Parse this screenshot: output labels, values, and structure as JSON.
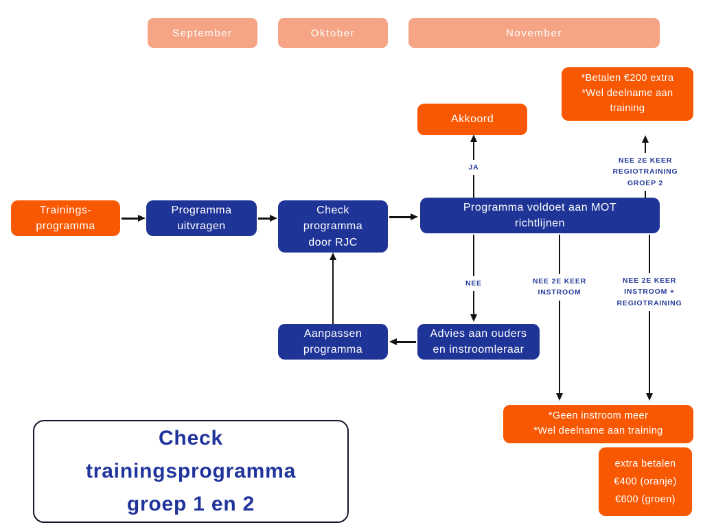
{
  "months": [
    {
      "label": "September"
    },
    {
      "label": "Oktober"
    },
    {
      "label": "November"
    }
  ],
  "nodes": {
    "trainingsprogramma": {
      "label": "Trainings-\nprogramma"
    },
    "programma_uitvragen": {
      "label": "Programma\nuitvragen"
    },
    "check_rjc": {
      "label": "Check\nprogramma\ndoor RJC"
    },
    "mot": {
      "label": "Programma voldoet aan MOT\nrichtlijnen"
    },
    "akkoord": {
      "label": "Akkoord"
    },
    "betalen200": {
      "label": "*Betalen €200 extra\n*Wel deelname aan\ntraining"
    },
    "aanpassen": {
      "label": "Aanpassen\nprogramma"
    },
    "advies": {
      "label": "Advies aan ouders\nen instroomleraar"
    },
    "geen_instroom": {
      "label": "*Geen instroom meer\n*Wel deelname aan training"
    },
    "extra_betalen": {
      "label": "extra betalen\n€400 (oranje)\n€600 (groen)"
    }
  },
  "edge_labels": {
    "ja": "JA",
    "nee": "NEE",
    "nee2_instroom": "NEE 2E KEER\nINSTROOM",
    "nee2_instroom_regio": "NEE 2E KEER\nINSTROOM +\nREGIOTRAINING",
    "nee2_regio_groep2": "NEE 2E KEER\nREGIOTRAINING\nGROEP 2"
  },
  "title": {
    "label": "Check\ntrainingsprogramma\ngroep 1 en 2"
  },
  "colors": {
    "orange": "#F95802",
    "blue": "#1F3497",
    "salmon": "#F5A585",
    "label_blue": "#24399B",
    "line_black": "#111111",
    "title_blue": "#20349B",
    "border_dark": "#14142A"
  }
}
